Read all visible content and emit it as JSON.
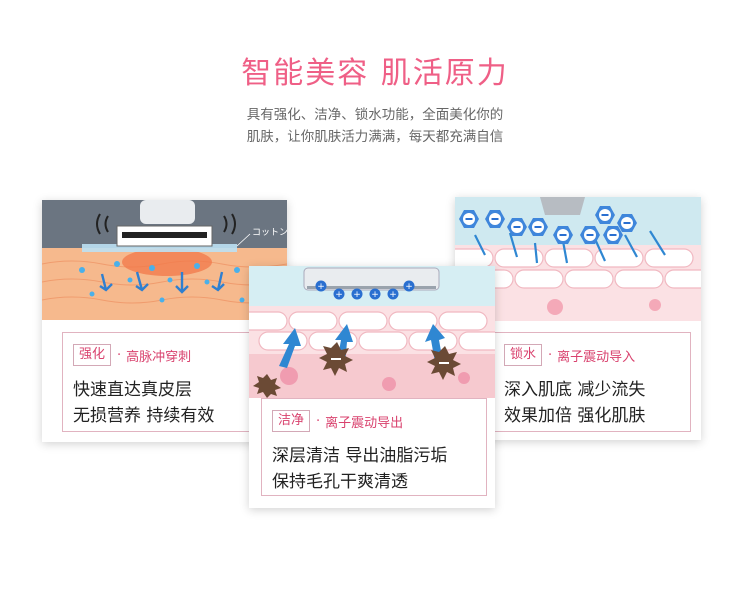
{
  "header": {
    "title": "智能美容 肌活原力",
    "subtitle_line1": "具有强化、洁净、锁水功能，全面美化你的",
    "subtitle_line2": "肌肤，让你肌肤活力满满，每天都充满自信"
  },
  "cards": {
    "left": {
      "illustration_label": "コットン",
      "tag": "强化",
      "technology": "高脉冲穿刺",
      "line1": "快速直达真皮层",
      "line2": "无损营养 持续有效"
    },
    "middle": {
      "tag": "洁净",
      "technology": "离子震动导出",
      "line1": "深层清洁 导出油脂污垢",
      "line2": "保持毛孔干爽清透"
    },
    "right": {
      "tag": "锁水",
      "technology": "离子震动导入",
      "line1": "深入肌底  减少流失",
      "line2": "效果加倍  强化肌肤"
    }
  },
  "icons": {
    "positive_ion": "plus-ion-icon",
    "negative_ion": "minus-ion-icon",
    "arrow": "arrow-icon",
    "impurity": "impurity-icon"
  },
  "colors": {
    "title": "#ef5f86",
    "accent": "#d9426e",
    "skin_orange": "#f6b98d",
    "skin_pink": "#f9c7cd",
    "arrow_blue": "#2f87d2",
    "ion_blue": "#2a6fd0"
  }
}
